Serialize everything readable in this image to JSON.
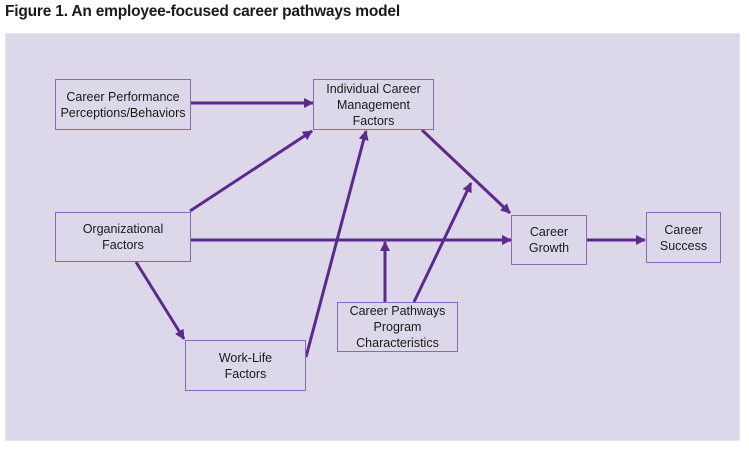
{
  "figure": {
    "title": "Figure 1. An employee-focused career pathways model"
  },
  "colors": {
    "panel_background": "#ddd8e9",
    "box_border": "#8a67b8",
    "arrow": "#5b2a8c"
  },
  "nodes": {
    "career_performance": "Career Performance\nPerceptions/Behaviors",
    "individual_career_management": "Individual Career\nManagement Factors",
    "organizational_factors": "Organizational\nFactors",
    "career_growth": "Career\nGrowth",
    "career_success": "Career\nSuccess",
    "work_life": "Work-Life\nFactors",
    "career_pathways_program": "Career Pathways\nProgram\nCharacteristics"
  },
  "edges": [
    {
      "from": "career_performance",
      "to": "individual_career_management"
    },
    {
      "from": "organizational_factors",
      "to": "individual_career_management"
    },
    {
      "from": "organizational_factors",
      "to": "career_growth"
    },
    {
      "from": "organizational_factors",
      "to": "work_life"
    },
    {
      "from": "work_life",
      "to": "individual_career_management"
    },
    {
      "from": "individual_career_management",
      "to": "career_growth"
    },
    {
      "from": "career_growth",
      "to": "career_success"
    },
    {
      "from": "career_pathways_program",
      "to": "edge:organizational_factors->career_growth",
      "type": "moderator"
    },
    {
      "from": "career_pathways_program",
      "to": "edge:individual_career_management->career_growth",
      "type": "moderator"
    }
  ]
}
